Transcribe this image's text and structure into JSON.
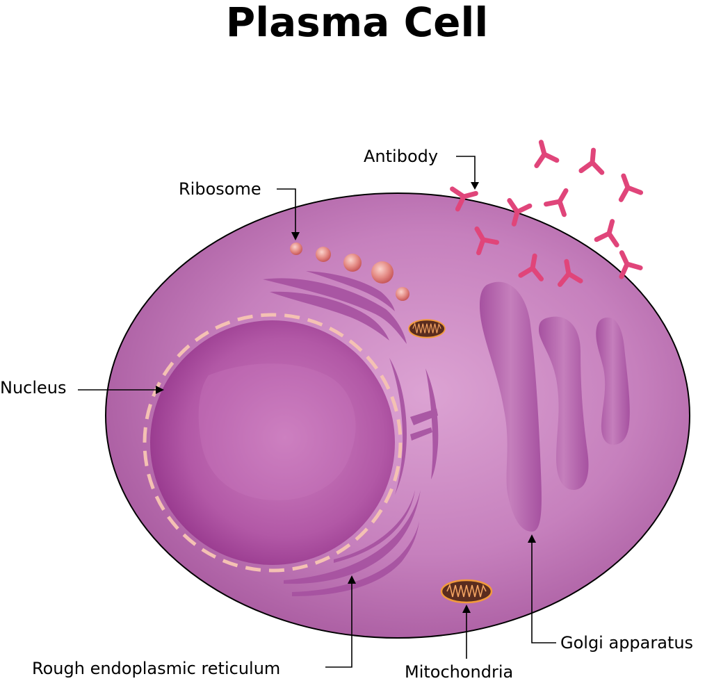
{
  "title": "Plasma Cell",
  "labels": {
    "antibody": "Antibody",
    "ribosome": "Ribosome",
    "nucleus": "Nucleus",
    "golgi": "Golgi apparatus",
    "rer": "Rough endoplasmic reticulum",
    "mitochondria": "Mitochondria"
  },
  "colors": {
    "cytoplasm": "#c97bc0",
    "nucleus": "#a53f9c",
    "organelle": "#b564ab",
    "antibody": "#e0457a",
    "ribosome": "#e48a84",
    "mitochondria": "#5a2c1e",
    "nuclear_envelope": "#f4c1b3"
  }
}
